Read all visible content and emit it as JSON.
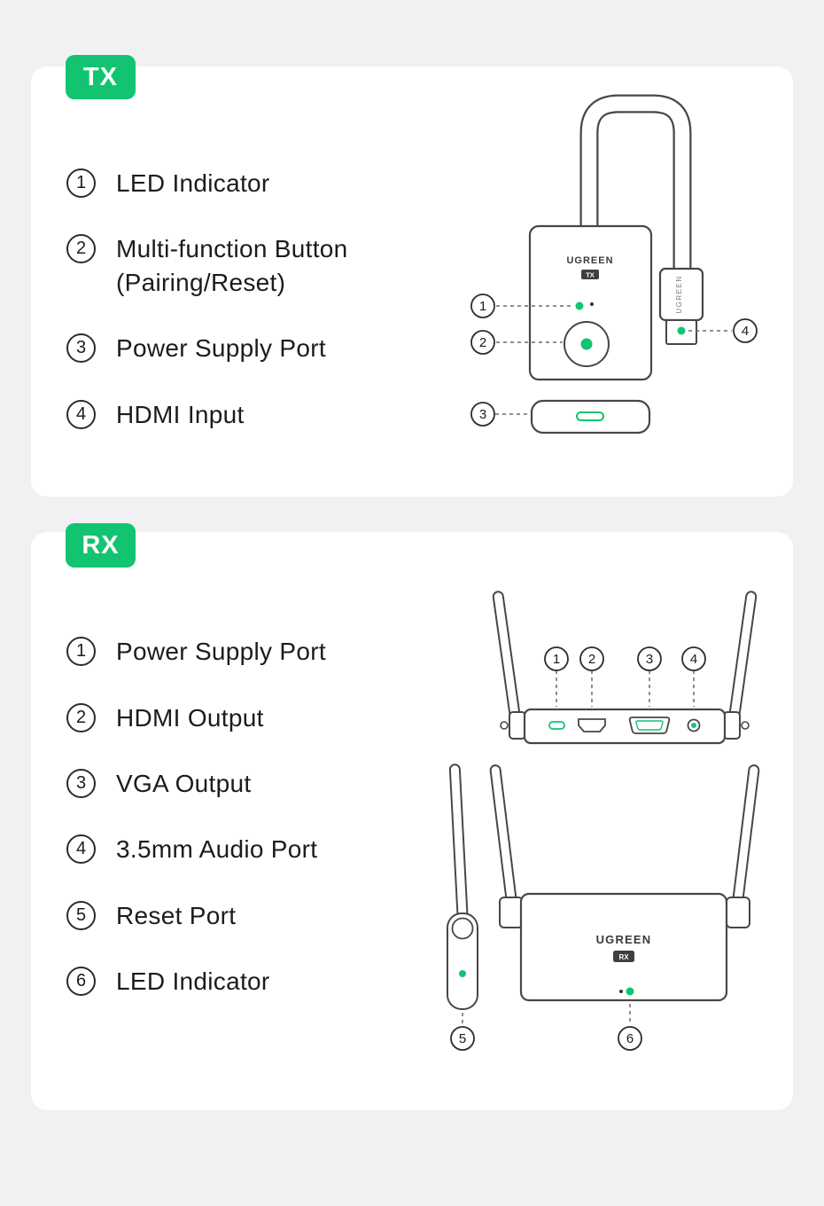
{
  "colors": {
    "green": "#12C472",
    "line": "#474747",
    "card": "#ffffff",
    "background": "#f1f1f3"
  },
  "tx": {
    "badge": "TX",
    "items": [
      {
        "num": "1",
        "label": "LED Indicator"
      },
      {
        "num": "2",
        "label": "Multi-function Button",
        "sublabel": "(Pairing/Reset)"
      },
      {
        "num": "3",
        "label": "Power Supply Port"
      },
      {
        "num": "4",
        "label": "HDMI Input"
      }
    ],
    "device": {
      "brand": "UGREEN",
      "badge": "TX",
      "connector_brand": "UGREEN"
    }
  },
  "rx": {
    "badge": "RX",
    "items": [
      {
        "num": "1",
        "label": "Power Supply Port"
      },
      {
        "num": "2",
        "label": "HDMI Output"
      },
      {
        "num": "3",
        "label": "VGA Output"
      },
      {
        "num": "4",
        "label": "3.5mm Audio Port"
      },
      {
        "num": "5",
        "label": "Reset Port"
      },
      {
        "num": "6",
        "label": "LED Indicator"
      }
    ],
    "device": {
      "brand": "UGREEN",
      "badge": "RX"
    }
  }
}
